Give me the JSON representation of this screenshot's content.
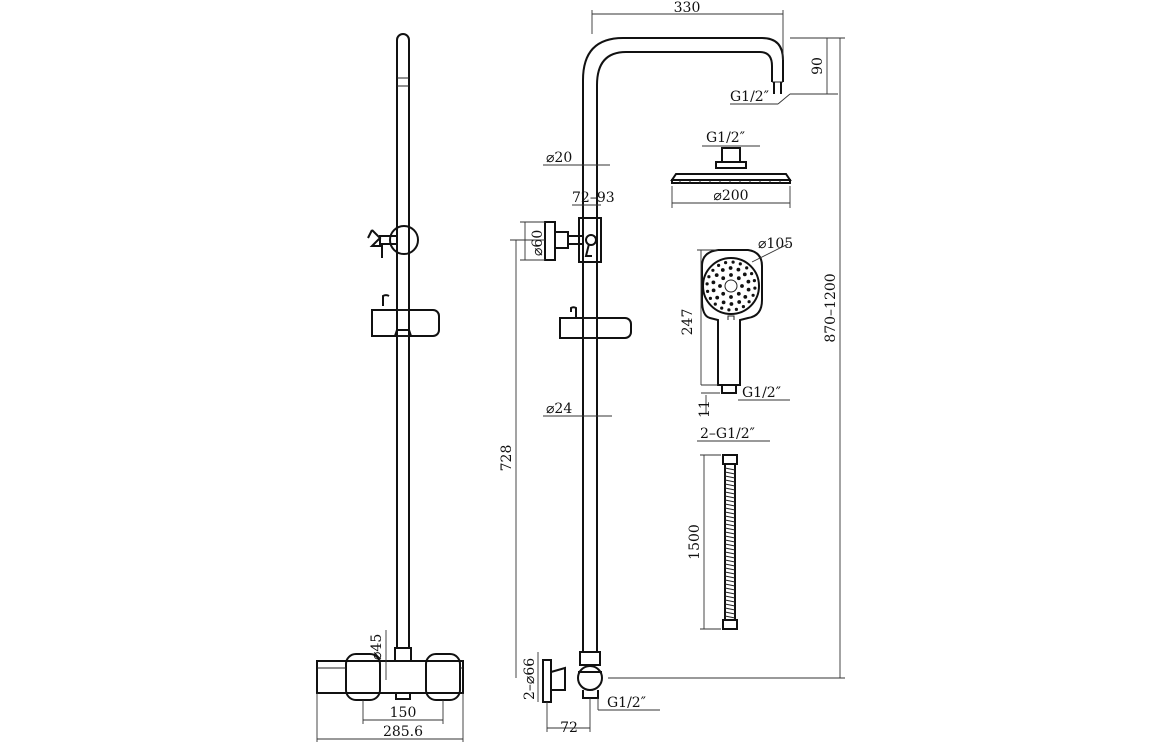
{
  "dimensions": {
    "arm_width": "330",
    "arm_drop": "90",
    "arm_outlet_thread": "G1/2″",
    "head_inlet_thread": "G1/2″",
    "riser_upper_diameter": "⌀20",
    "head_diameter": "⌀200",
    "diverter_range": "72–93",
    "diverter_handle_diameter": "⌀60",
    "handset_diameter": "⌀105",
    "handset_length": "247",
    "handset_thread": "G1/2″",
    "handset_thread_length": "11",
    "riser_lower_diameter": "⌀24",
    "overall_height_range": "870–1200",
    "riser_length": "728",
    "hose_connections": "2–G1/2″",
    "hose_length": "1500",
    "valve_body_diameter": "⌀45",
    "wall_plate_diameter": "2–⌀66",
    "valve_outlet_thread": "G1/2″",
    "valve_outlet_depth": "72",
    "valve_centres": "150",
    "valve_width": "285.6"
  }
}
